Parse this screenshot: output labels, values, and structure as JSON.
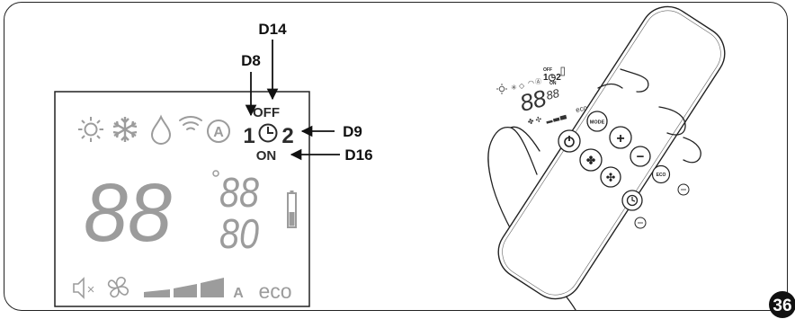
{
  "callouts": {
    "d14": "D14",
    "d8": "D8",
    "d9": "D9",
    "d16": "D16"
  },
  "lcd": {
    "timer_off": "OFF",
    "timer_on": "ON",
    "timer_1": "1",
    "timer_2": "2",
    "auto_letter": "A",
    "fan_auto": "A",
    "eco": "eco",
    "mute_x": "×",
    "main_digits": "88",
    "small_digits_top": "88",
    "small_digits_bottom": "80"
  },
  "remote": {
    "mode_label": "MODE",
    "eco_label": "ECO",
    "plus": "+",
    "minus": "−",
    "off_label": "OFF",
    "on_label": "ON",
    "screen_digits": "88",
    "screen_small": "88",
    "eco_screen": "eco"
  },
  "figure_number": "36",
  "colors": {
    "lcd_grey": "#9c9c9c",
    "lcd_dark": "#2b2b2b",
    "outline": "#222222"
  }
}
